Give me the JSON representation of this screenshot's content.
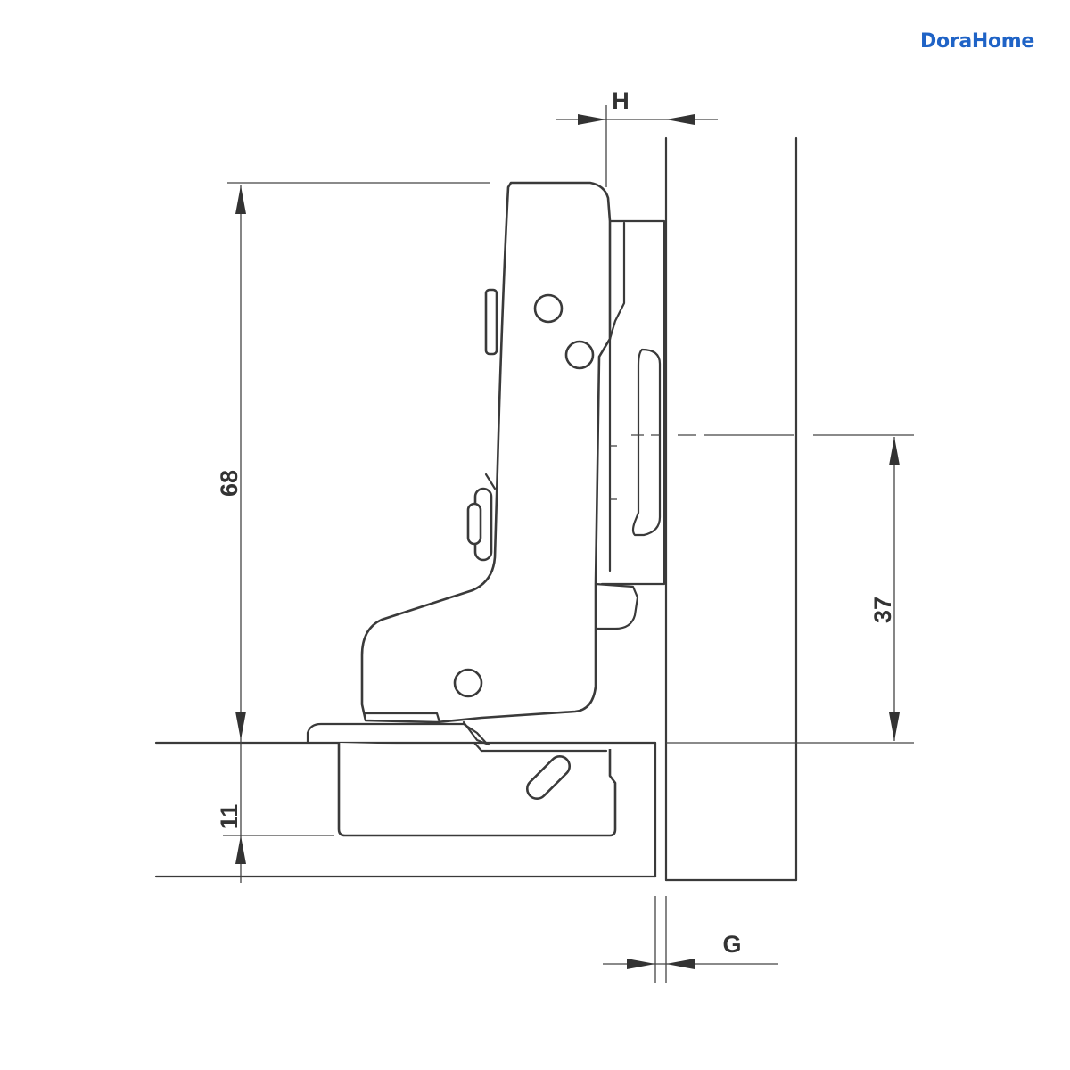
{
  "brand": {
    "logo_text": "DoraHome",
    "color": "#1f63c6"
  },
  "dimensions": {
    "h_label": "H",
    "g_label": "G",
    "height_68": "68",
    "height_37": "37",
    "height_11": "11"
  },
  "colors": {
    "line": "#3a3a3a"
  }
}
